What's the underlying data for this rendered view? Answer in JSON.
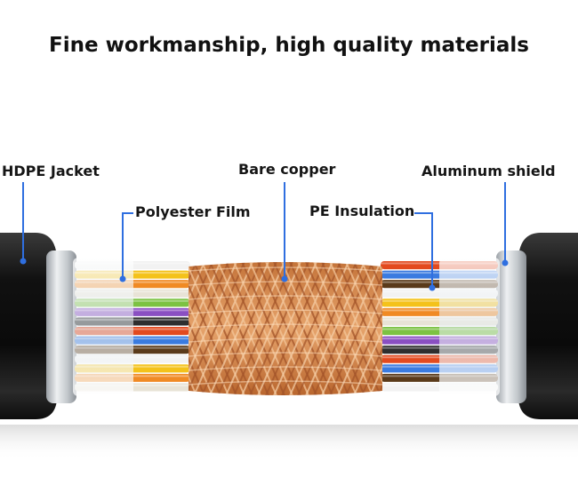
{
  "headline": "Fine workmanship, high quality materials",
  "callouts": {
    "hdpe_jacket": "HDPE Jacket",
    "polyester_film": "Polyester Film",
    "bare_copper": "Bare copper",
    "pe_insulation": "PE Insulation",
    "aluminum_shield": "Aluminum shield"
  },
  "colors": {
    "leader_line": "#2f6fe0",
    "jacket": "#1a1a1a",
    "copper": "#d98a4a",
    "aluminum": "#c9cdd1"
  },
  "wire_colors": [
    "#f2f2f2",
    "#e34a1f",
    "#7cc242",
    "#f4c21a",
    "#3a7be0",
    "#8a4fc2",
    "#f08a24",
    "#5a3a1a",
    "#2e2e2e",
    "#e8e3d6"
  ]
}
